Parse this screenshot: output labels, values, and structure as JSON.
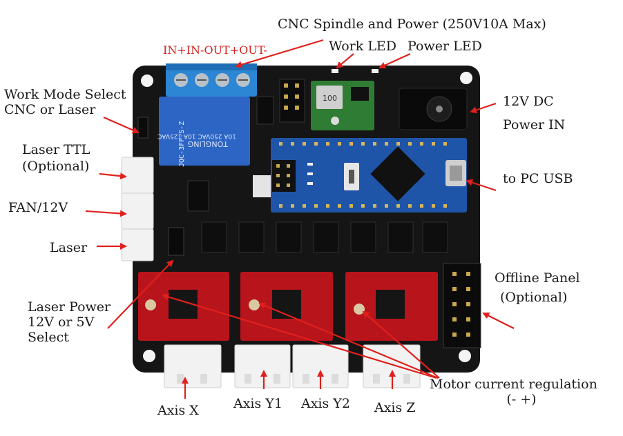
{
  "labels": {
    "cnc_spindle": "CNC Spindle and Power (250V10A Max)",
    "terminal_pins": "IN+IN-OUT+OUT-",
    "work_led": "Work LED",
    "power_led": "Power LED",
    "work_mode_line1": "Work Mode Select",
    "work_mode_line2": "CNC or Laser",
    "dc_line1": "12V DC",
    "dc_line2": "Power IN",
    "laser_ttl_line1": "Laser TTL",
    "laser_ttl_line2": "(Optional)",
    "to_pc_usb": "to PC USB",
    "fan": "FAN/12V",
    "laser": "Laser",
    "offline_line1": "Offline Panel",
    "offline_line2": "(Optional)",
    "laser_power_line1": "Laser Power",
    "laser_power_line2": "12V or 5V",
    "laser_power_line3": "Select",
    "motor_current_line1": "Motor current regulation",
    "motor_current_line2": "(- +)",
    "axis_x": "Axis X",
    "axis_y1": "Axis Y1",
    "axis_y2": "Axis Y2",
    "axis_z": "Axis Z"
  },
  "colors": {
    "arrow": "#e0201c",
    "board": "#151515",
    "arduino": "#1f55a8",
    "driver": "#b8141b",
    "relay": "#2d65c4",
    "terminal": "#2d86d4",
    "connector": "#f2f2f2",
    "buck": "#2f7d34"
  }
}
